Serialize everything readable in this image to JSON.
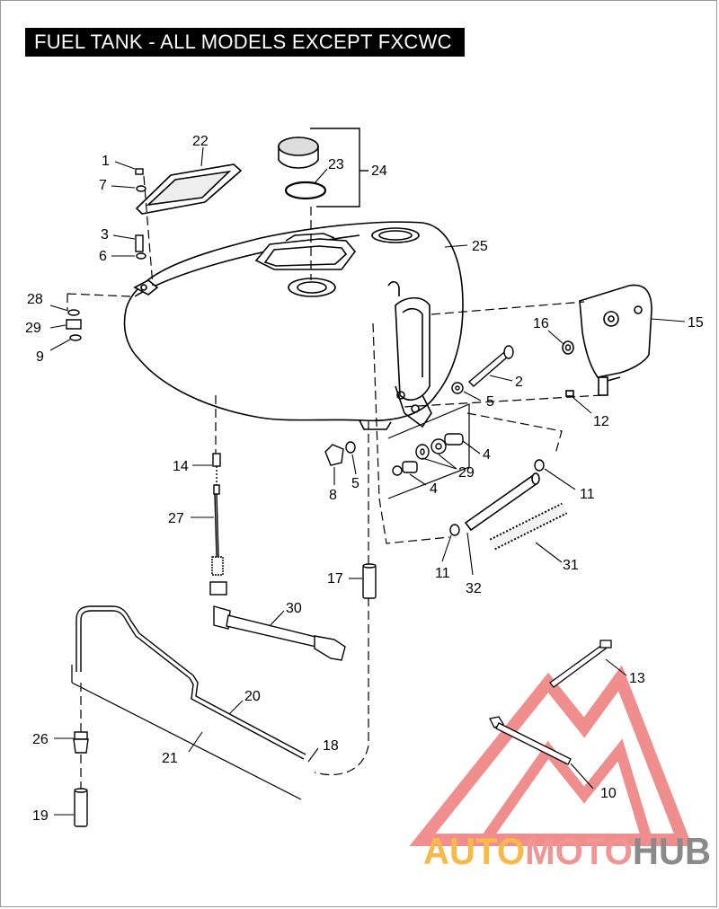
{
  "title": "FUEL TANK - ALL MODELS EXCEPT FXCWC",
  "callouts": [
    {
      "id": "c1",
      "text": "1"
    },
    {
      "id": "c7",
      "text": "7"
    },
    {
      "id": "c22",
      "text": "22"
    },
    {
      "id": "c23",
      "text": "23"
    },
    {
      "id": "c24",
      "text": "24"
    },
    {
      "id": "c3",
      "text": "3"
    },
    {
      "id": "c6",
      "text": "6"
    },
    {
      "id": "c25",
      "text": "25"
    },
    {
      "id": "c28",
      "text": "28"
    },
    {
      "id": "c29a",
      "text": "29"
    },
    {
      "id": "c9",
      "text": "9"
    },
    {
      "id": "c16",
      "text": "16"
    },
    {
      "id": "c15",
      "text": "15"
    },
    {
      "id": "c2",
      "text": "2"
    },
    {
      "id": "c5a",
      "text": "5"
    },
    {
      "id": "c12",
      "text": "12"
    },
    {
      "id": "c4a",
      "text": "4"
    },
    {
      "id": "c29b",
      "text": "29"
    },
    {
      "id": "c4b",
      "text": "4"
    },
    {
      "id": "c8",
      "text": "8"
    },
    {
      "id": "c5b",
      "text": "5"
    },
    {
      "id": "c14",
      "text": "14"
    },
    {
      "id": "c11a",
      "text": "11"
    },
    {
      "id": "c27",
      "text": "27"
    },
    {
      "id": "c31",
      "text": "31"
    },
    {
      "id": "c11b",
      "text": "11"
    },
    {
      "id": "c32",
      "text": "32"
    },
    {
      "id": "c17",
      "text": "17"
    },
    {
      "id": "c30",
      "text": "30"
    },
    {
      "id": "c13",
      "text": "13"
    },
    {
      "id": "c20",
      "text": "20"
    },
    {
      "id": "c26",
      "text": "26"
    },
    {
      "id": "c21",
      "text": "21"
    },
    {
      "id": "c18",
      "text": "18"
    },
    {
      "id": "c10",
      "text": "10"
    },
    {
      "id": "c19",
      "text": "19"
    }
  ],
  "watermark": {
    "text_orange": "AUTO",
    "text_pink": "MOTO",
    "text_gray": "HUB",
    "colors": {
      "orange": "#f7b94a",
      "pink": "#f19494",
      "gray": "#8a8a8a",
      "logo_red": "#ee7b7b"
    }
  }
}
